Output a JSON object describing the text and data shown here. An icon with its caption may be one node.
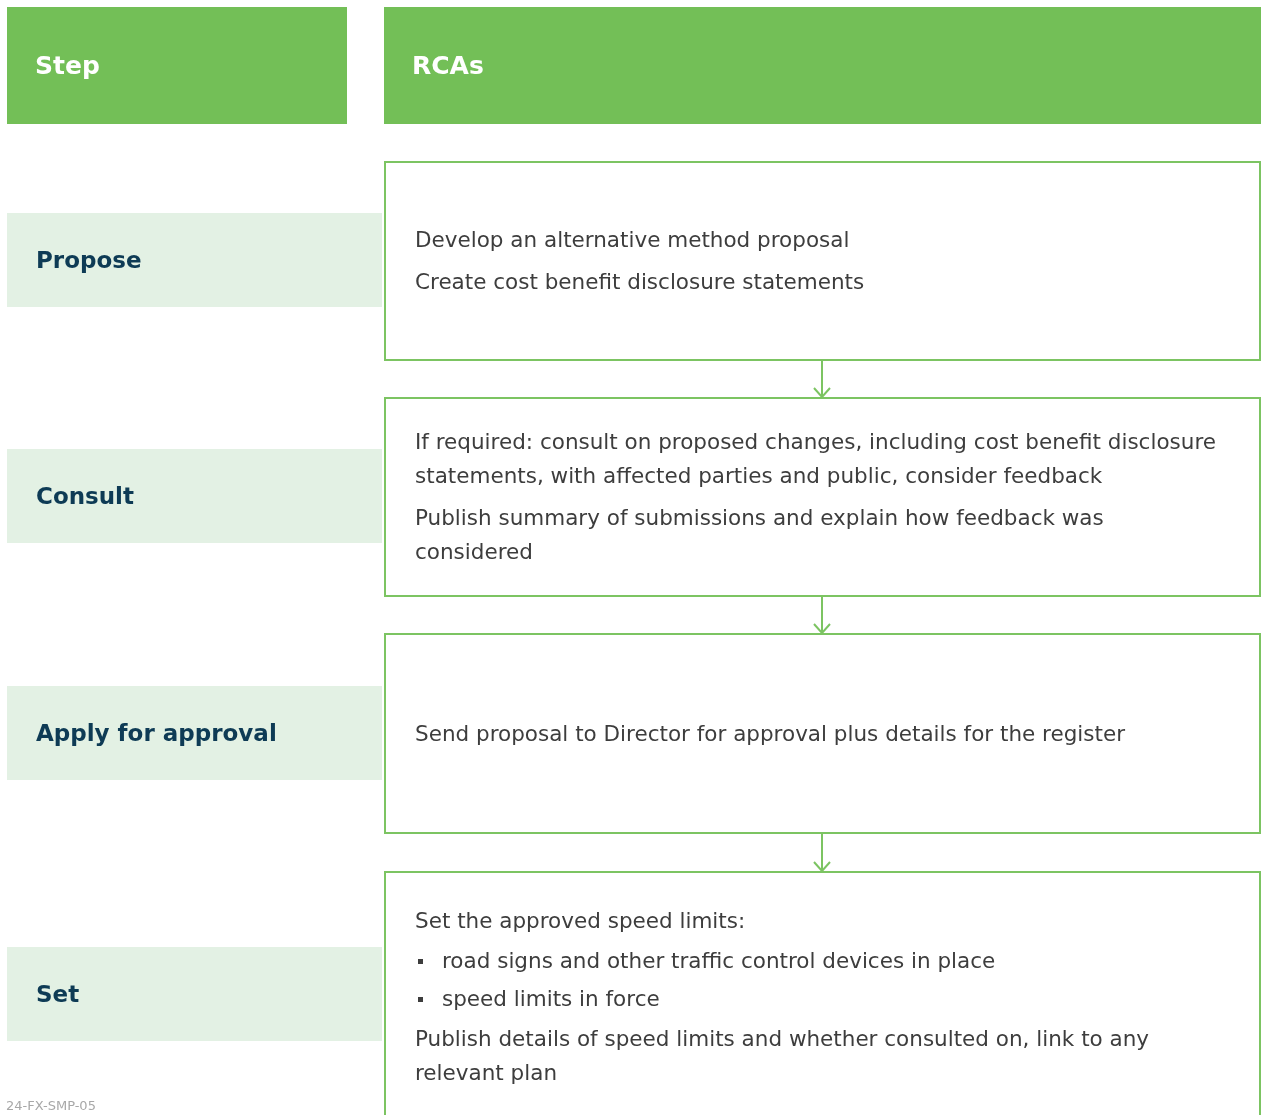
{
  "diagram": {
    "nodes": [
      {
        "text": [
          "Step"
        ]
      },
      {
        "text": [
          "RCAs"
        ]
      },
      {
        "text": [
          "Propose"
        ]
      },
      {
        "text": [
          "Consult"
        ]
      },
      {
        "text": [
          "Apply for approval"
        ]
      },
      {
        "text": [
          "Set"
        ]
      },
      {
        "text": [
          "Develop an alternative method proposal",
          "Create cost benefit disclosure statements"
        ]
      },
      {
        "text": [
          "If required: consult on proposed changes, including cost benefit disclosure statements, with affected parties and public, consider feedback",
          "Publish summary of submissions and explain how feedback was considered"
        ]
      },
      {
        "text": [
          "Send proposal to Director for approval plus details for the register"
        ]
      },
      {
        "text": [
          "Set the approved speed limits:",
          "road signs and other traffic control devices in place",
          "speed limits in force",
          "Publish details of speed limits and whether consulted on, link to any relevant plan"
        ]
      }
    ],
    "edges": [
      {
        "from": 6,
        "to": 7,
        "arrow": "to"
      },
      {
        "from": 7,
        "to": 8,
        "arrow": "to"
      },
      {
        "from": 8,
        "to": 9,
        "arrow": "to"
      }
    ],
    "labels": [
      "24-FX-SMP-05"
    ]
  }
}
